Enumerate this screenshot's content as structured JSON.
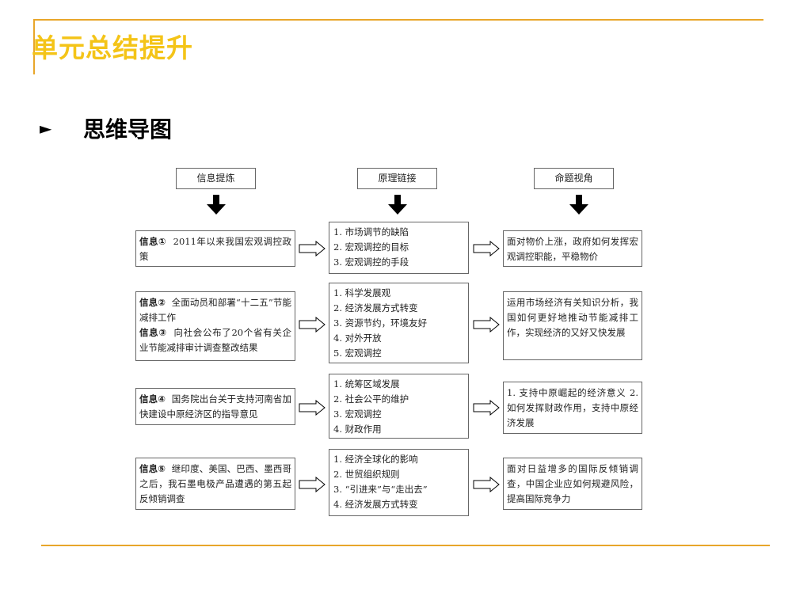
{
  "slide": {
    "title": "单元总结提升",
    "bullet": "►",
    "subtitle": "思维导图"
  },
  "headers": {
    "col1": "信息提炼",
    "col2": "原理链接",
    "col3": "命题视角"
  },
  "rows": [
    {
      "info": [
        {
          "tag": "信息①",
          "text": "2011年以来我国宏观调控政策"
        }
      ],
      "principles": [
        "1. 市场调节的缺陷",
        "2. 宏观调控的目标",
        "3. 宏观调控的手段"
      ],
      "perspective": "面对物价上涨，政府如何发挥宏观调控职能，平稳物价"
    },
    {
      "info": [
        {
          "tag": "信息②",
          "text": "全面动员和部署“十二五”节能减排工作"
        },
        {
          "tag": "信息③",
          "text": "向社会公布了20个省有关企业节能减排审计调查整改结果"
        }
      ],
      "principles": [
        "1. 科学发展观",
        "2. 经济发展方式转变",
        "3. 资源节约，环境友好",
        "4. 对外开放",
        "5. 宏观调控"
      ],
      "perspective": "运用市场经济有关知识分析，我国如何更好地推动节能减排工作，实现经济的又好又快发展"
    },
    {
      "info": [
        {
          "tag": "信息④",
          "text": "国务院出台关于支持河南省加快建设中原经济区的指导意见"
        }
      ],
      "principles": [
        "1. 统筹区域发展",
        "2. 社会公平的维护",
        "3. 宏观调控",
        "4. 财政作用"
      ],
      "perspective": "1. 支持中原崛起的经济意义 2. 如何发挥财政作用，支持中原经济发展"
    },
    {
      "info": [
        {
          "tag": "信息⑤",
          "text": "继印度、美国、巴西、墨西哥之后，我石墨电极产品遭遇的第五起反倾销调查"
        }
      ],
      "principles": [
        "1. 经济全球化的影响",
        "2. 世贸组织规则",
        "3. “引进来”与“走出去”",
        "4. 经济发展方式转变"
      ],
      "perspective": "面对日益增多的国际反倾销调查，中国企业应如何规避风险，提高国际竞争力"
    }
  ],
  "colors": {
    "title": "#f4c418",
    "rule": "#e8a62a",
    "box_border": "#666666"
  }
}
